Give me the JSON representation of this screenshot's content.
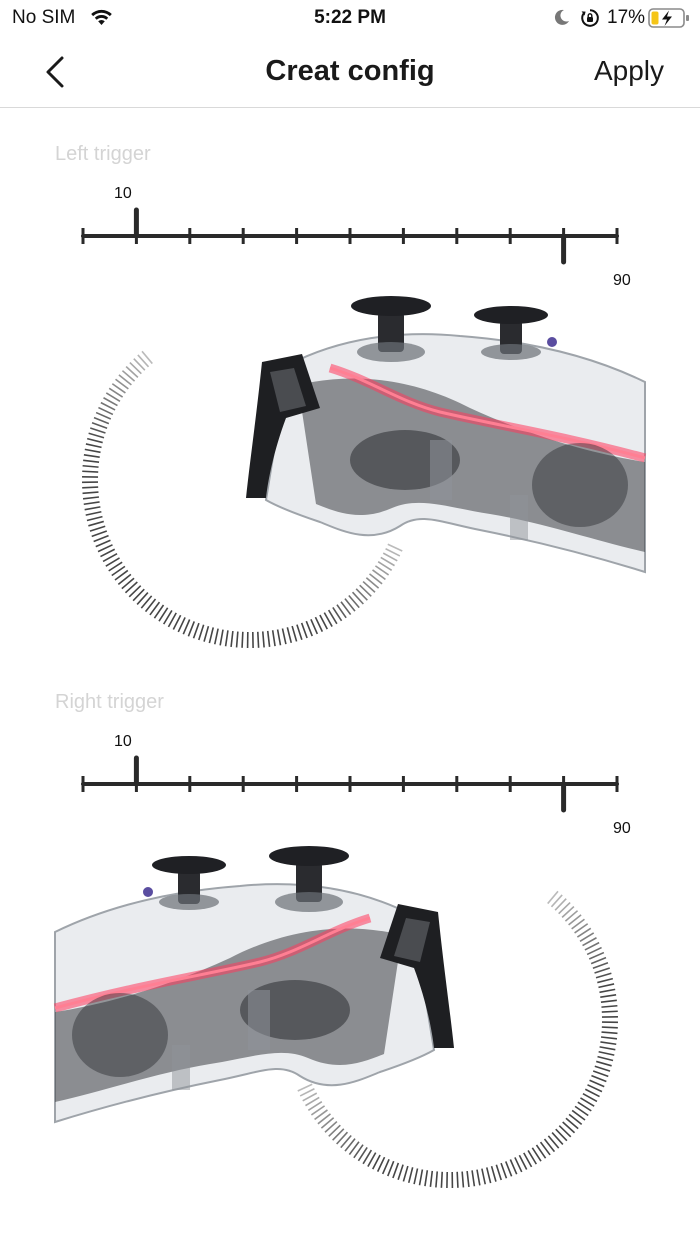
{
  "status_bar": {
    "carrier": "No SIM",
    "time": "5:22 PM",
    "battery_percent": "17%",
    "icons": [
      "wifi-icon",
      "moon-icon",
      "rotation-lock-icon",
      "battery-charging-icon"
    ]
  },
  "nav": {
    "back_icon": "chevron-left-icon",
    "title": "Creat config",
    "apply_label": "Apply"
  },
  "left_trigger": {
    "label": "Left trigger",
    "min_value": "10",
    "max_value": "90",
    "start": 10,
    "end": 90,
    "scale_max": 100
  },
  "right_trigger": {
    "label": "Right trigger",
    "min_value": "10",
    "max_value": "90",
    "start": 10,
    "end": 90,
    "scale_max": 100
  },
  "colors": {
    "accent_glow": "#ff3a5c",
    "track": "#2a2a2a",
    "label": "#d4d4d4"
  }
}
